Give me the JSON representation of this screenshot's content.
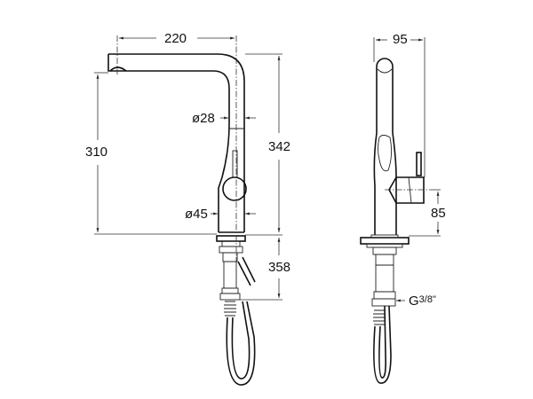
{
  "drawing": {
    "subject": "kitchen faucet technical drawing",
    "views": [
      "front-view",
      "side-view"
    ],
    "line_color": "#111111",
    "background": "#ffffff"
  },
  "front_view": {
    "dimensions": {
      "spout_reach": "220",
      "spout_height": "310",
      "total_height": "342",
      "body_diameter_top": "ø28",
      "body_diameter_bottom": "ø45",
      "hose_length": "358"
    }
  },
  "side_view": {
    "dimensions": {
      "width": "95",
      "lever_height": "85",
      "connection_thread": "G",
      "connection_thread_size": "3/8\""
    }
  }
}
